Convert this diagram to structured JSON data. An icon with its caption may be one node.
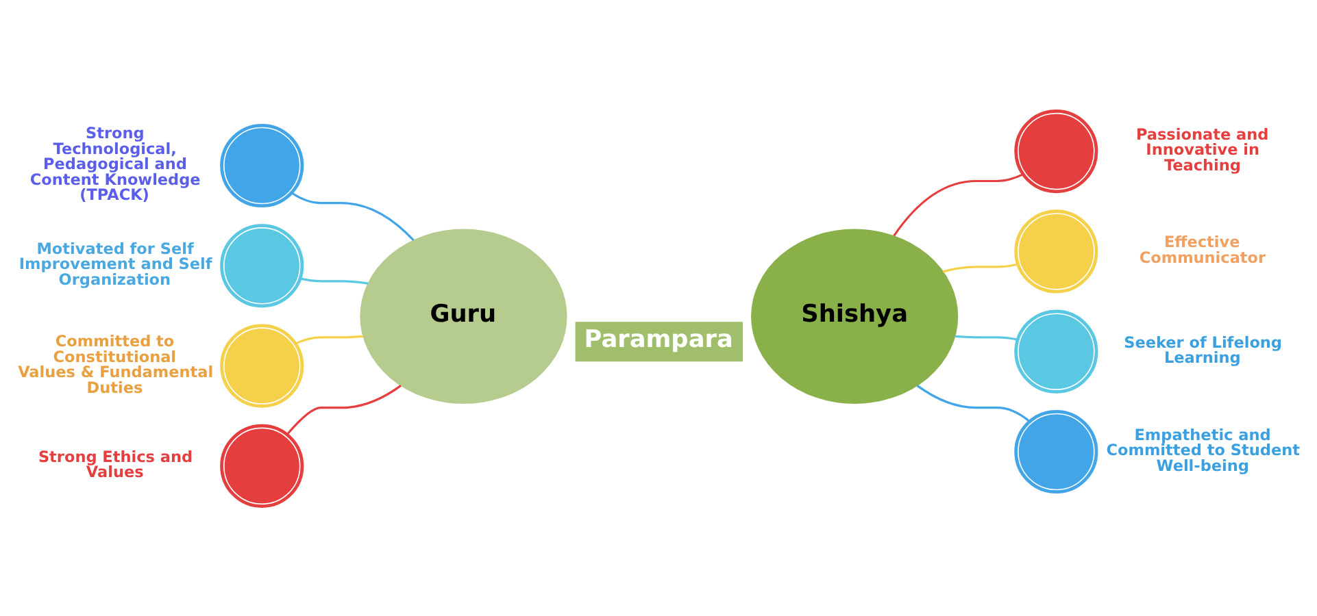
{
  "diagram": {
    "nodes": [
      {
        "text": [
          "Guru"
        ]
      },
      {
        "text": [
          "Shishya"
        ]
      },
      {
        "text": [],
        "shape": "circle",
        "beside": [
          "Strong Technological, Pedagogical and Content Knowledge (TPACK)"
        ]
      },
      {
        "text": [],
        "shape": "circle",
        "beside": [
          "Motivated for Self Improvement and Self Organization"
        ]
      },
      {
        "text": [],
        "shape": "circle",
        "beside": [
          "Committed to Constitutional Values & Fundamental Duties"
        ]
      },
      {
        "text": [],
        "shape": "circle",
        "beside": [
          "Strong Ethics and Values"
        ]
      },
      {
        "text": [],
        "shape": "circle",
        "beside": [
          "Passionate and Innovative in Teaching"
        ]
      },
      {
        "text": [],
        "shape": "circle",
        "beside": [
          "Effective Communicator"
        ]
      },
      {
        "text": [],
        "shape": "circle",
        "beside": [
          "Seeker of Lifelong Learning"
        ]
      },
      {
        "text": [],
        "shape": "circle",
        "beside": [
          "Empathetic and Committed to Student Well-being"
        ]
      }
    ],
    "edges": [
      {
        "from": 2,
        "to": 0,
        "arrow": "none",
        "color": "#42a5e8"
      },
      {
        "from": 3,
        "to": 0,
        "arrow": "none",
        "color": "#5bc8e3"
      },
      {
        "from": 4,
        "to": 0,
        "arrow": "none",
        "color": "#f5d04a"
      },
      {
        "from": 5,
        "to": 0,
        "arrow": "none",
        "color": "#e53e3e"
      },
      {
        "from": 1,
        "to": 6,
        "arrow": "none",
        "color": "#e53e3e"
      },
      {
        "from": 1,
        "to": 7,
        "arrow": "none",
        "color": "#f5d04a"
      },
      {
        "from": 1,
        "to": 8,
        "arrow": "none",
        "color": "#5bc8e3"
      },
      {
        "from": 1,
        "to": 9,
        "arrow": "none",
        "color": "#42a5e8"
      }
    ],
    "labels": [
      "Parampara"
    ]
  }
}
